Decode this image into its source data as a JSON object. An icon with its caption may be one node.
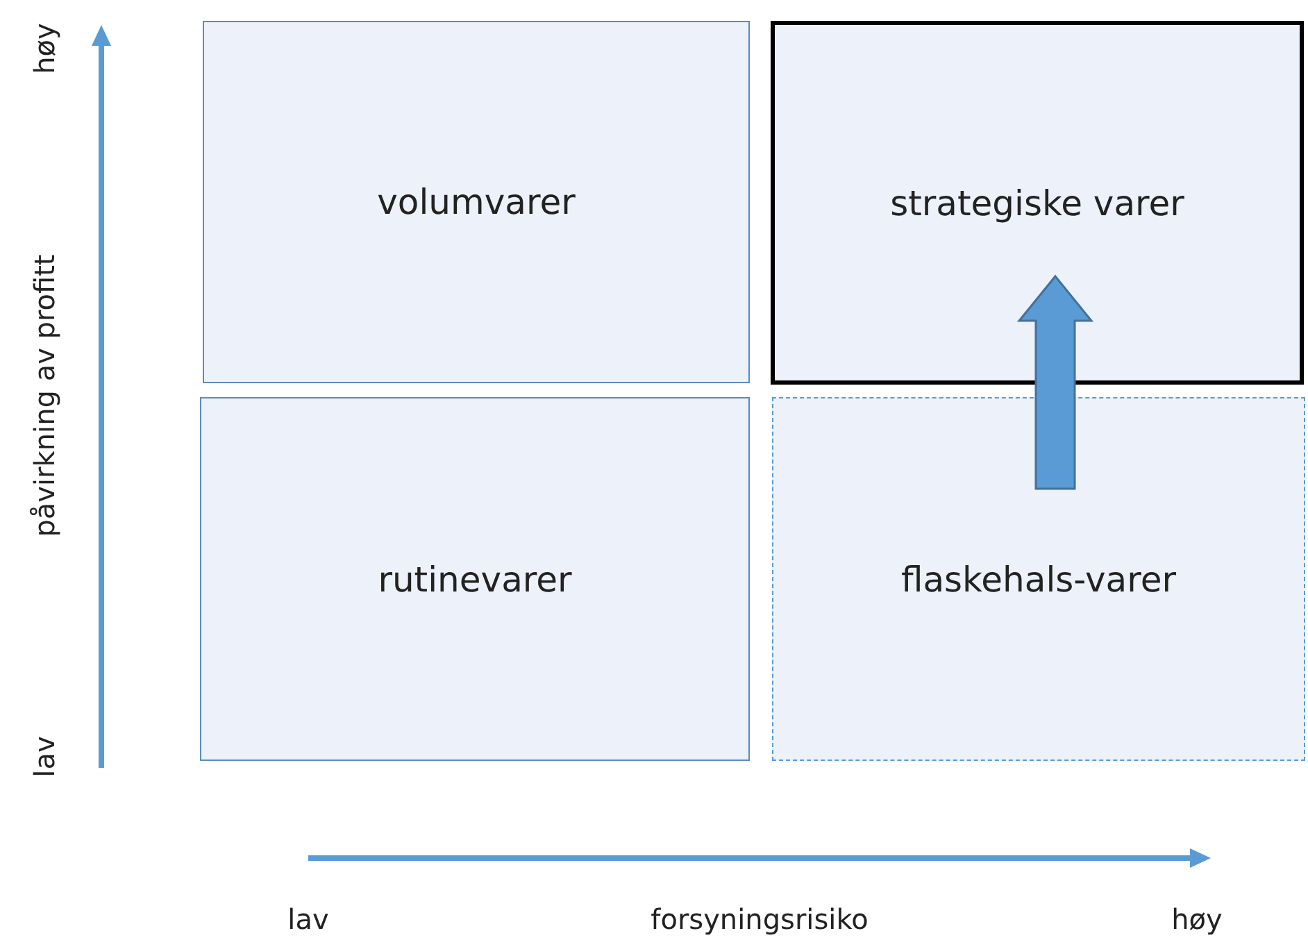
{
  "diagram": {
    "nodes": [
      {
        "text": [
          "volumvarer"
        ]
      },
      {
        "text": [
          "strategiske varer"
        ]
      },
      {
        "text": [
          "rutinevarer"
        ]
      },
      {
        "text": [
          "flaskehals-varer"
        ]
      }
    ],
    "edges": [
      {
        "from": 3,
        "to": 1,
        "arrow": "to",
        "style": "thick"
      }
    ],
    "labels": [
      "høy",
      "påvirkning av profitt",
      "lav",
      "lav",
      "forsyningsrisiko",
      "høy"
    ]
  }
}
